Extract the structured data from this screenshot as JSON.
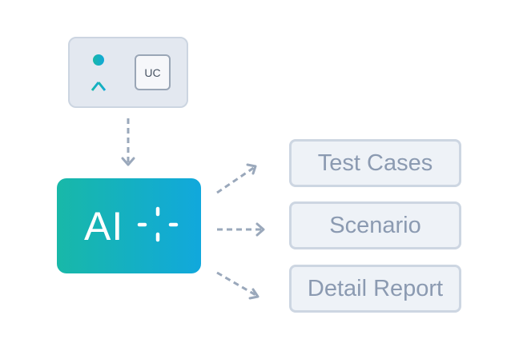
{
  "diagram": {
    "input": {
      "actor_icon": "stick-figure-actor-icon",
      "use_case_label": "UC"
    },
    "processor": {
      "label": "AI",
      "icon": "sparkle-icon"
    },
    "outputs": [
      {
        "label": "Test Cases"
      },
      {
        "label": "Scenario"
      },
      {
        "label": "Detail Report"
      }
    ],
    "colors": {
      "ai_gradient_start": "#18b8a8",
      "ai_gradient_end": "#11a8dc",
      "arrow": "#9aa8bb",
      "output_text": "#8b9ab1",
      "actor": "#1bb3c4"
    }
  }
}
